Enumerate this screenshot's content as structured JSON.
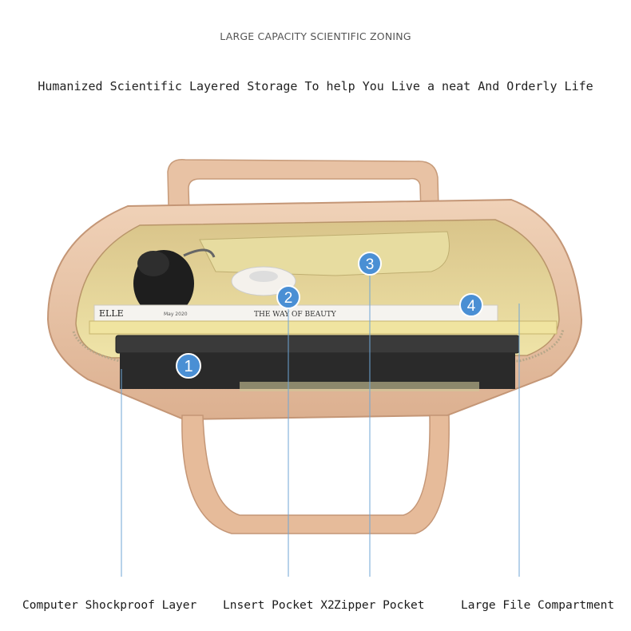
{
  "header": {
    "title": "LARGE CAPACITY SCIENTIFIC ZONING",
    "subtitle": "Humanized Scientific Layered Storage To help You Live a neat And Orderly Life"
  },
  "callouts": [
    {
      "number": "1",
      "label": "Computer Shockproof Layer"
    },
    {
      "number": "2",
      "label": "Lnsert Pocket X2"
    },
    {
      "number": "3",
      "label": "Zipper Pocket"
    },
    {
      "number": "4",
      "label": "Large File Compartment"
    }
  ],
  "book": {
    "brand": "ELLE",
    "title": "THE WAY OF BEAUTY",
    "issue": "May 2020"
  },
  "colors": {
    "leather": "#e6bfa1",
    "leather_dark": "#c99a78",
    "lining": "#efe6a6",
    "callout_badge": "#4a8fd4",
    "leader_line": "#6fa6d6"
  },
  "icons": [
    "tote-bag-photo",
    "umbrella",
    "tape-roll",
    "laptop",
    "book"
  ]
}
